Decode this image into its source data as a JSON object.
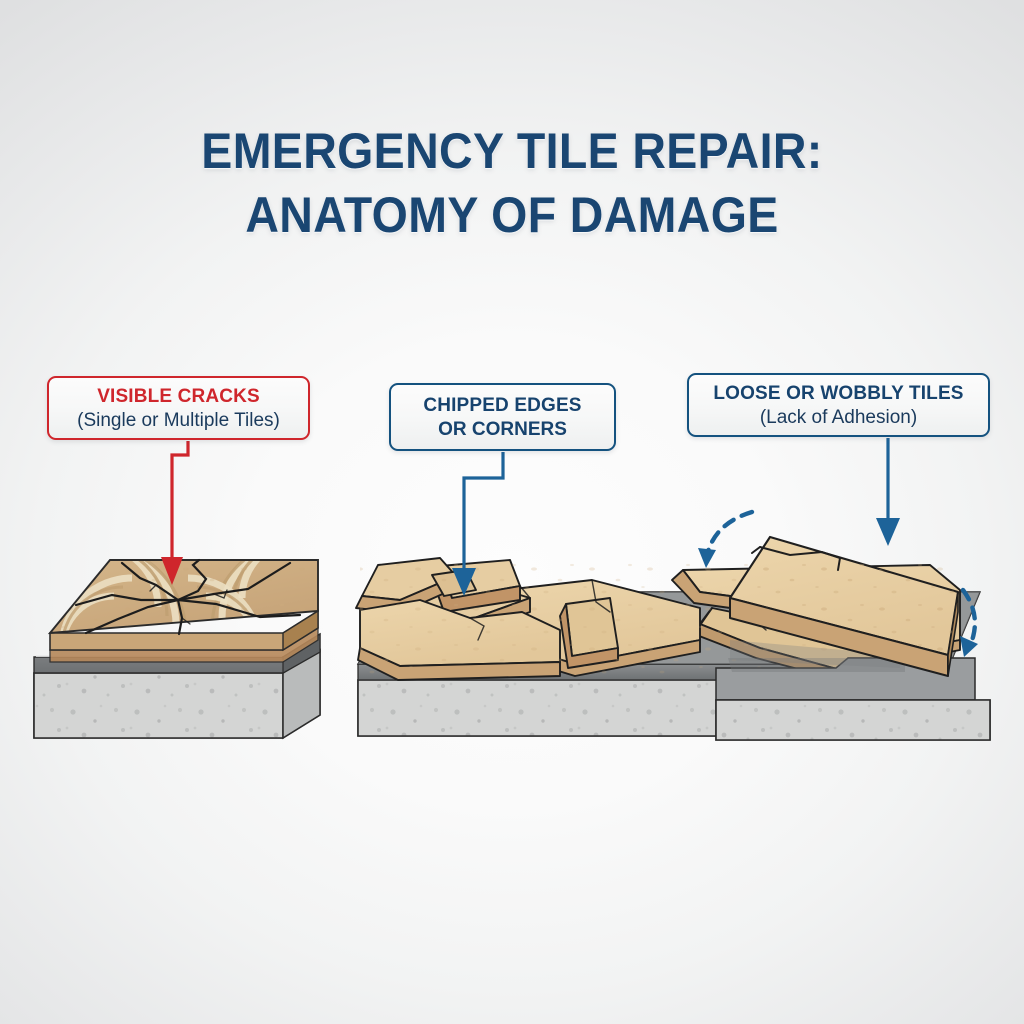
{
  "poster": {
    "title_line_1": "EMERGENCY TILE REPAIR:",
    "title_line_2": "ANATOMY OF DAMAGE",
    "title_color": "#1a4672",
    "background_center": "#fdfdfd",
    "background_edge": "#dfe0e1"
  },
  "callouts": [
    {
      "id": "visible-cracks",
      "title": "VISIBLE CRACKS",
      "subtitle": "(Single or Multiple Tiles)",
      "accent_color": "#cf262c",
      "connector": "elbow",
      "arrow_color": "#cf262c"
    },
    {
      "id": "chipped-edges",
      "title": "CHIPPED EDGES",
      "subtitle": "OR CORNERS",
      "accent_color": "#14527f",
      "connector": "elbow",
      "arrow_color": "#14527f"
    },
    {
      "id": "loose-wobbly",
      "title": "LOOSE OR WOBBLY TILES",
      "subtitle": "(Lack of Adhesion)",
      "accent_color": "#14527f",
      "connector": "straight",
      "arrow_color": "#14527f"
    }
  ],
  "illustrations": {
    "cracked_tile": {
      "name": "cracked-tile-diagram",
      "tile_face_color": "#ccab7e",
      "tile_pattern_color": "#ece0c6",
      "tile_edge_color": "#c49a66",
      "mortar_color": "#7b7e80",
      "concrete_color": "#d3d4d3",
      "crack_color": "#1a1a1a"
    },
    "chipped_tiles": {
      "name": "chipped-tiles-diagram",
      "tile_face_color": "#e6cda2",
      "tile_edge_color": "#c9a375",
      "mortar_color": "#8a8d8f",
      "concrete_color": "#d3d4d3"
    },
    "loose_tile": {
      "name": "loose-tile-diagram",
      "tile_face_color": "#e6cda2",
      "tile_edge_color": "#c9a375",
      "substrate_color": "#9a9d9f",
      "concrete_color": "#d3d4d3",
      "motion_arrow_color": "#1d6399",
      "motion_arrow_style": "dashed-curved"
    }
  },
  "icons": {
    "down_arrow": "down-arrow-icon",
    "rotation_left": "rotation-arrow-left-icon",
    "rotation_right": "rotation-arrow-right-icon"
  }
}
